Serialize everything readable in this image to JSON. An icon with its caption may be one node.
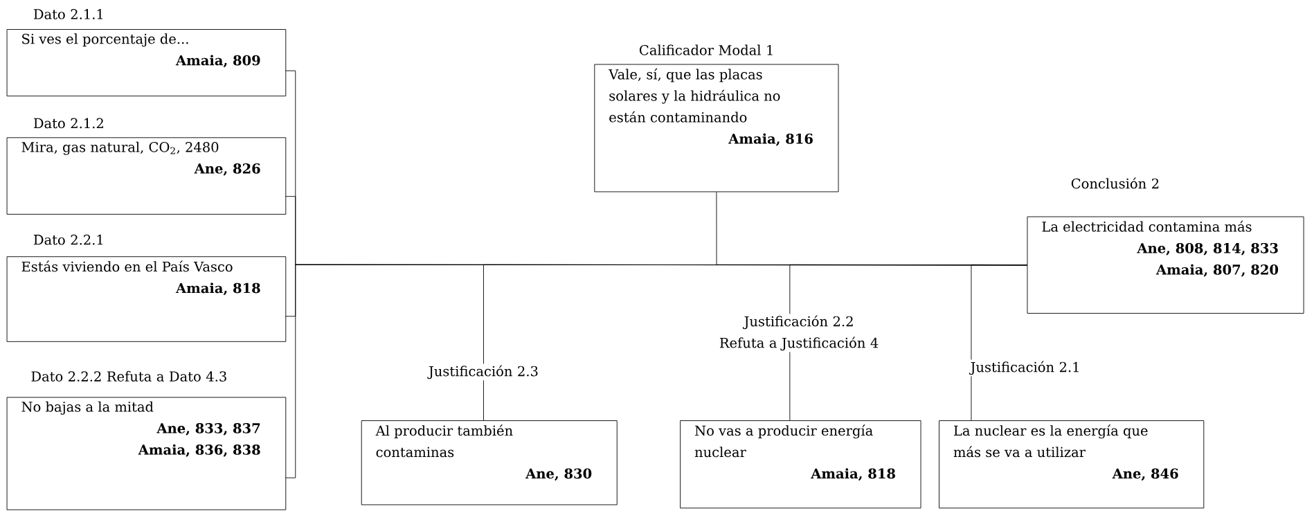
{
  "diagram": {
    "nodes": [
      {
        "text": [
          "Dato 2.1.1",
          "Si ves el porcentaje de...",
          "Amaia, 809"
        ]
      },
      {
        "text": [
          "Dato 2.1.2",
          "Mira, gas natural, CO$_{2}$, 2480",
          "Ane, 826"
        ]
      },
      {
        "text": [
          "Dato 2.2.1",
          "Estás viviendo en el País Vasco",
          "Amaia, 818"
        ]
      },
      {
        "text": [
          "Dato 2.2.2 Refuta a Dato 4.3",
          "No bajas a la mitad",
          "Ane, 833, 837",
          "Amaia, 836, 838"
        ]
      },
      {
        "text": [
          "Calificador Modal 1",
          "Vale, sí, que las placas solares y la hidráulica no están contaminando",
          "Amaia, 816"
        ]
      },
      {
        "text": [
          "Conclusión 2",
          "La electricidad contamina más",
          "Ane, 808, 814, 833",
          "Amaia, 807, 820"
        ]
      },
      {
        "text": [
          "Justificación 2.3",
          "Al producir también contaminas",
          "Ane, 830"
        ]
      },
      {
        "text": [
          "Justificación 2.2 Refuta a Justificación 4",
          "No vas a producir energía nuclear",
          "Amaia, 818"
        ]
      },
      {
        "text": [
          "Justificación 2.1",
          "La nuclear es la energía que más se va a utilizar",
          "Ane, 846"
        ]
      }
    ],
    "edges": [
      {
        "from": 0,
        "to": 5,
        "arrow": "none"
      },
      {
        "from": 1,
        "to": 5,
        "arrow": "none"
      },
      {
        "from": 2,
        "to": 5,
        "arrow": "none"
      },
      {
        "from": 3,
        "to": 5,
        "arrow": "none"
      },
      {
        "from": 4,
        "to": 5,
        "arrow": "none"
      },
      {
        "from": 6,
        "to": 5,
        "arrow": "none"
      },
      {
        "from": 7,
        "to": 5,
        "arrow": "none"
      },
      {
        "from": 8,
        "to": 5,
        "arrow": "none"
      }
    ]
  }
}
